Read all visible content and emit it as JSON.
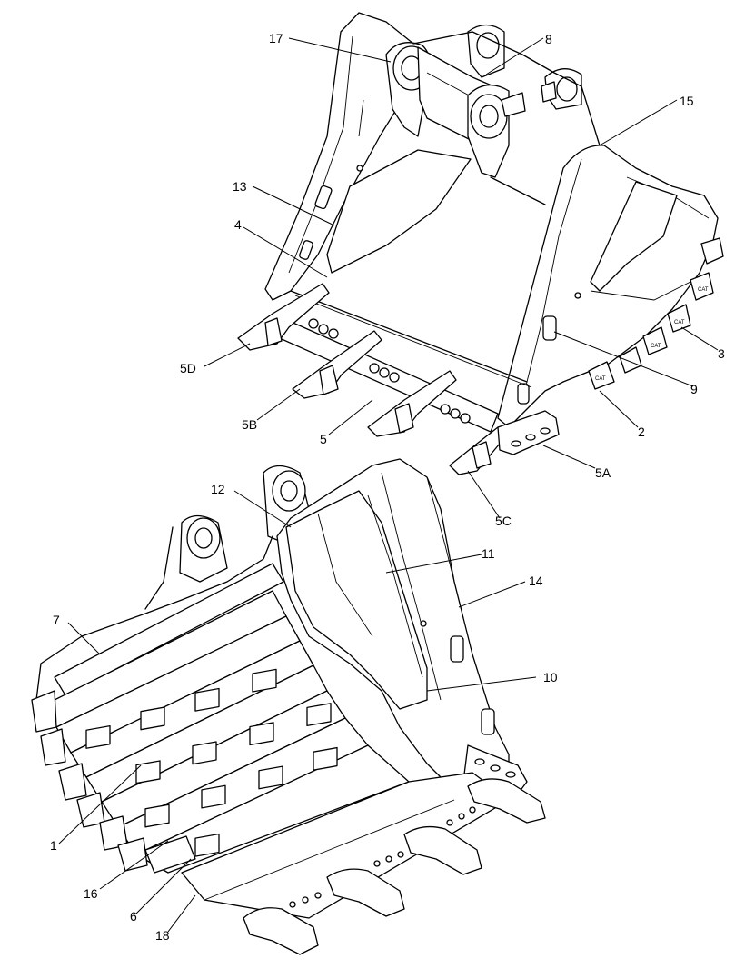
{
  "callouts": {
    "c1": "1",
    "c2": "2",
    "c3": "3",
    "c4": "4",
    "c5": "5",
    "c5a": "5A",
    "c5b": "5B",
    "c5c": "5C",
    "c5d": "5D",
    "c6": "6",
    "c7": "7",
    "c8": "8",
    "c9": "9",
    "c10": "10",
    "c11": "11",
    "c12": "12",
    "c13": "13",
    "c14": "14",
    "c15": "15",
    "c16": "16",
    "c17": "17",
    "c18": "18"
  },
  "marks": {
    "cat": "CAT"
  }
}
